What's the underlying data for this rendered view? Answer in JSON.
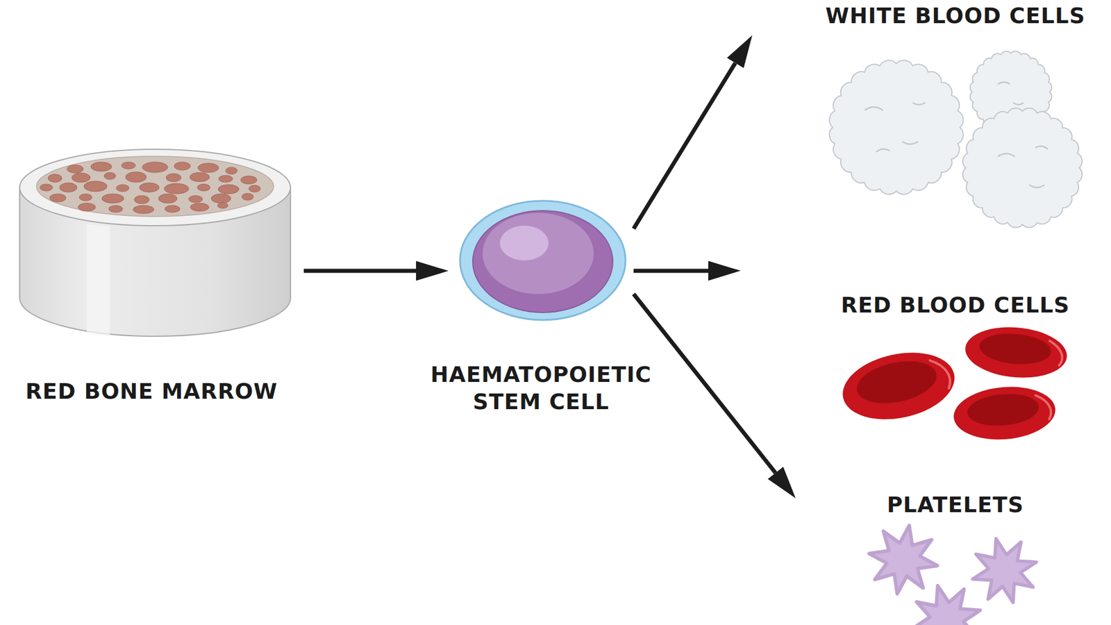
{
  "diagram": {
    "nodes": [
      {
        "text": [
          "RED BONE MARROW"
        ]
      },
      {
        "text": [
          "HAEMATOPOIETIC STEM CELL"
        ]
      },
      {
        "text": [
          "WHITE BLOOD CELLS"
        ]
      },
      {
        "text": [
          "RED BLOOD CELLS"
        ]
      },
      {
        "text": [
          "PLATELETS"
        ]
      }
    ],
    "edges": [
      {
        "from": 0,
        "to": 1,
        "arrow": "to"
      },
      {
        "from": 1,
        "to": 2,
        "arrow": "to"
      },
      {
        "from": 1,
        "to": 3,
        "arrow": "to"
      },
      {
        "from": 1,
        "to": 4,
        "arrow": "to"
      }
    ]
  }
}
